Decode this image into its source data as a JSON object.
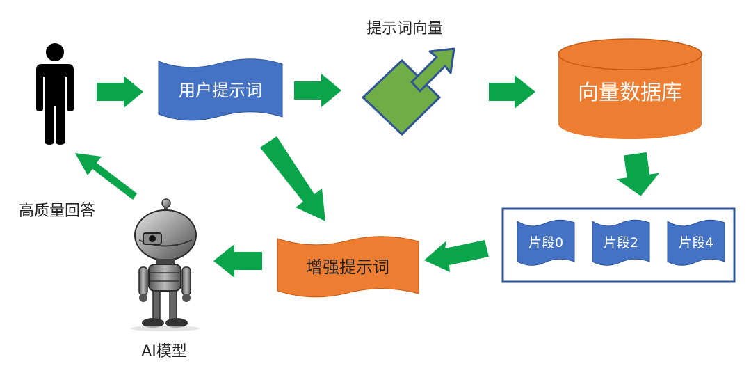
{
  "labels": {
    "user_prompt": "用户提示词",
    "prompt_vector": "提示词向量",
    "vector_db": "向量数据库",
    "chunks": [
      "片段0",
      "片段2",
      "片段4"
    ],
    "enhanced_prompt": "增强提示词",
    "ai_model": "AI模型",
    "high_quality_answer": "高质量回答"
  },
  "colors": {
    "arrow_green": "#0aa54a",
    "doc_blue": "#4472c4",
    "doc_orange": "#ed7d31",
    "vector_green": "#70ad47",
    "outline_blue": "#2f5597",
    "person": "#000000"
  },
  "icons": {
    "user": "person-icon",
    "model": "robot-icon",
    "vector": "vector-arrow-icon",
    "database": "database-cylinder-icon"
  }
}
